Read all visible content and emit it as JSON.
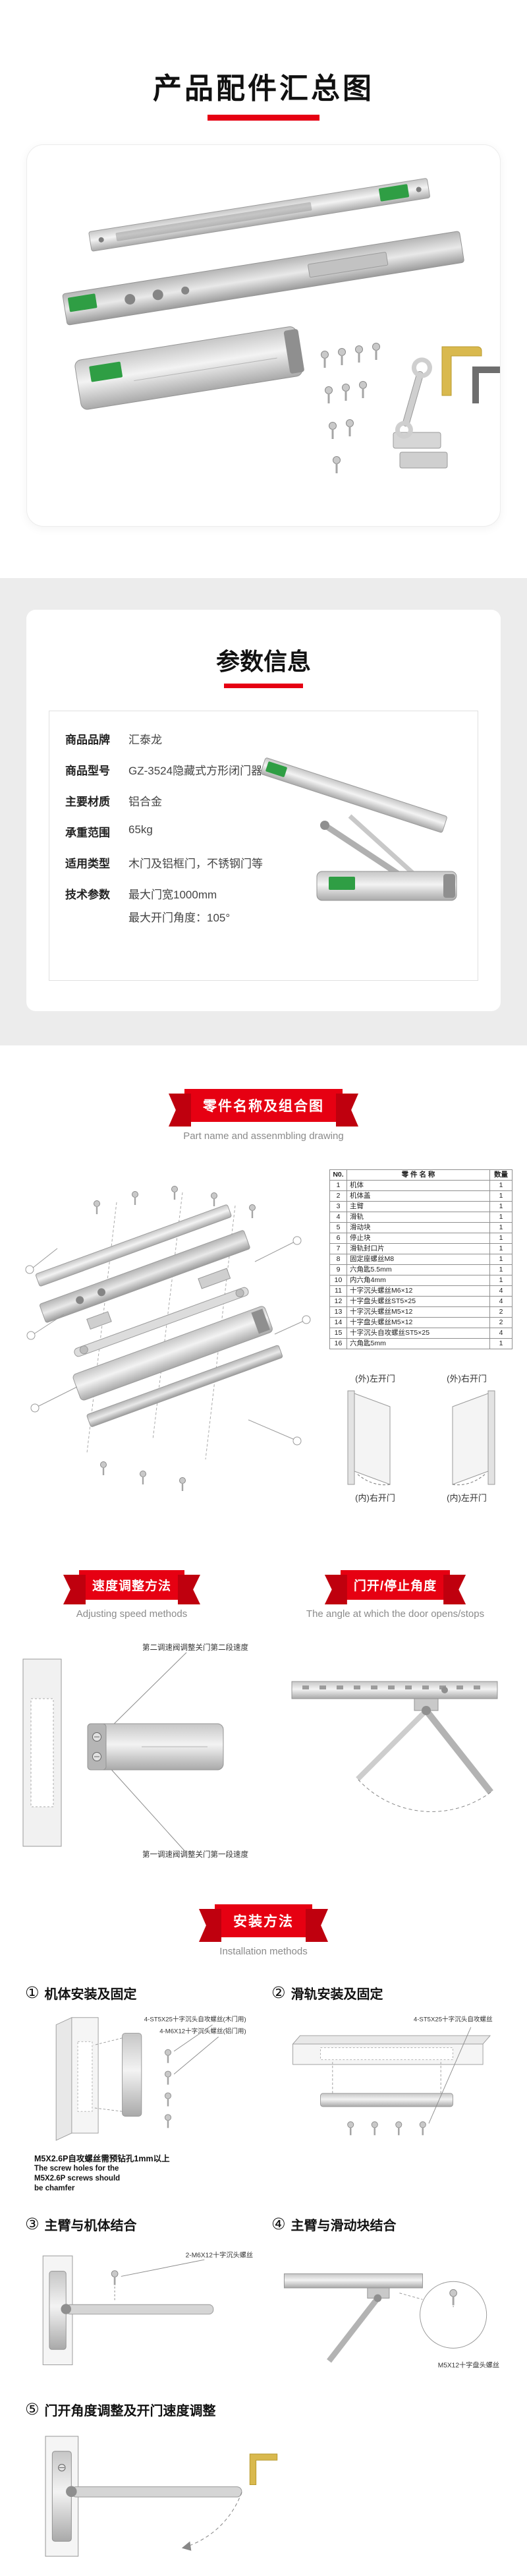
{
  "accent": "#e60012",
  "header": {
    "title": "产品配件汇总图"
  },
  "params": {
    "title": "参数信息",
    "rows": [
      {
        "label": "商品品牌",
        "value": "汇泰龙"
      },
      {
        "label": "商品型号",
        "value": "GZ-3524隐藏式方形闭门器"
      },
      {
        "label": "主要材质",
        "value": "铝合金"
      },
      {
        "label": "承重范围",
        "value": "65kg"
      },
      {
        "label": "适用类型",
        "value": "木门及铝框门，不锈钢门等"
      },
      {
        "label": "技术参数",
        "value": "最大门宽1000mm"
      }
    ],
    "extra_value": "最大开门角度：105°"
  },
  "parts": {
    "badge": "零件名称及组合图",
    "subtitle": "Part name and assenmbling drawing",
    "table": {
      "col_no": "N0.",
      "col_name": "零 件 名 称",
      "col_qty": "数量",
      "rows": [
        {
          "no": "1",
          "name": "机体",
          "qty": "1"
        },
        {
          "no": "2",
          "name": "机体盖",
          "qty": "1"
        },
        {
          "no": "3",
          "name": "主臂",
          "qty": "1"
        },
        {
          "no": "4",
          "name": "滑轨",
          "qty": "1"
        },
        {
          "no": "5",
          "name": "滑动块",
          "qty": "1"
        },
        {
          "no": "6",
          "name": "停止块",
          "qty": "1"
        },
        {
          "no": "7",
          "name": "滑轨封口片",
          "qty": "1"
        },
        {
          "no": "8",
          "name": "固定座螺丝M8",
          "qty": "1"
        },
        {
          "no": "9",
          "name": "六角匙5.5mm",
          "qty": "1"
        },
        {
          "no": "10",
          "name": "内六角4mm",
          "qty": "1"
        },
        {
          "no": "11",
          "name": "十字沉头螺丝M6×12",
          "qty": "4"
        },
        {
          "no": "12",
          "name": "十字盘头螺丝ST5×25",
          "qty": "4"
        },
        {
          "no": "13",
          "name": "十字沉头螺丝M5×12",
          "qty": "2"
        },
        {
          "no": "14",
          "name": "十字盘头螺丝M5×12",
          "qty": "2"
        },
        {
          "no": "15",
          "name": "十字沉头自攻螺丝ST5×25",
          "qty": "4"
        },
        {
          "no": "16",
          "name": "六角匙5mm",
          "qty": "1"
        }
      ]
    },
    "doors": {
      "top_left": "(外)左开门",
      "top_right": "(外)右开门",
      "bottom_left": "(内)右开门",
      "bottom_right": "(内)左开门"
    }
  },
  "speed": {
    "badge": "速度调整方法",
    "subtitle": "Adjusting speed methods",
    "callout1": "第二调速阀调整关门第二段速度",
    "callout2": "第一调速阀调整关门第一段速度"
  },
  "angle": {
    "badge": "门开/停止角度",
    "subtitle": "The angle at which the door opens/stops"
  },
  "install": {
    "badge": "安装方法",
    "subtitle": "Installation methods",
    "steps": [
      {
        "num": "①",
        "title": "机体安装及固定",
        "note": "4-ST5X25十字沉头自攻螺丝(木门用)",
        "note2": "4-M6X12十字沉头螺丝(铝门用)"
      },
      {
        "num": "②",
        "title": "滑轨安装及固定",
        "note": "4-ST5X25十字沉头自攻螺丝"
      },
      {
        "num": "③",
        "title": "主臂与机体结合",
        "note": "2-M6X12十字沉头螺丝"
      },
      {
        "num": "④",
        "title": "主臂与滑动块结合",
        "note": "M5X12十字盘头螺丝"
      },
      {
        "num": "⑤",
        "title": "门开角度调整及开门速度调整",
        "note": ""
      }
    ],
    "warn_cn": "M5X2.6P自攻螺丝需预钻孔1mm以上",
    "warn_en1": "The screw holes for the",
    "warn_en2": "M5X2.6P screws should",
    "warn_en3": "be chamfer"
  }
}
